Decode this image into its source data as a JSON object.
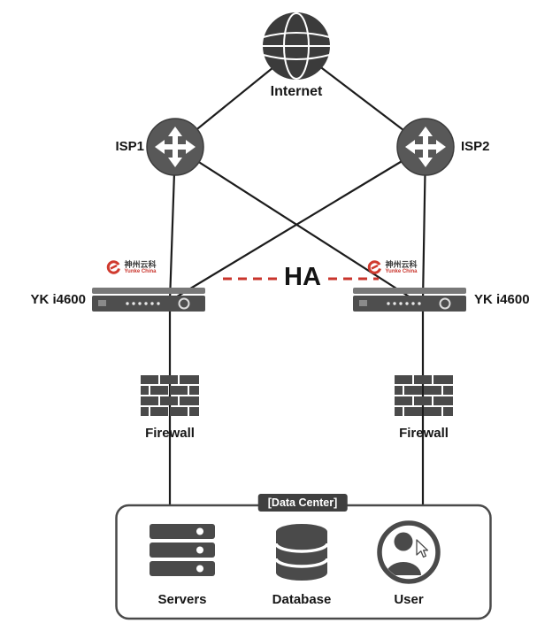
{
  "diagram": {
    "internet": {
      "label": "Internet"
    },
    "isp1": {
      "label": "ISP1"
    },
    "isp2": {
      "label": "ISP2"
    },
    "device_left": {
      "label": "YK i4600",
      "logo_cn": "神州云科",
      "logo_en": "Yunke China"
    },
    "device_right": {
      "label": "YK i4600",
      "logo_cn": "神州云科",
      "logo_en": "Yunke China"
    },
    "ha": {
      "label": "HA"
    },
    "firewall_left": {
      "label": "Firewall"
    },
    "firewall_right": {
      "label": "Firewall"
    },
    "datacenter": {
      "label": "[Data Center]",
      "servers": {
        "label": "Servers"
      },
      "database": {
        "label": "Database"
      },
      "user": {
        "label": "User"
      }
    }
  },
  "icons": {
    "internet": "globe-icon",
    "isp1": "router-icon",
    "isp2": "router-icon",
    "device_left": "appliance-icon",
    "device_right": "appliance-icon",
    "vendor_logo": "yunke-swirl-icon",
    "firewall": "brick-wall-icon",
    "servers": "server-stack-icon",
    "database": "database-cylinder-icon",
    "user": "user-cursor-icon"
  },
  "colors": {
    "background": "#ffffff",
    "line": "#1c1c1c",
    "icon_gray": "#4a4a4a",
    "ha_red": "#c9342c",
    "logo_red": "#d03a2e",
    "badge_bg": "#3f3f3f",
    "badge_text": "#ffffff"
  }
}
